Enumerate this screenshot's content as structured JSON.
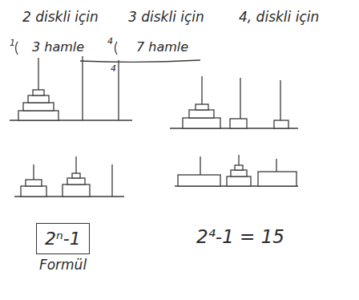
{
  "diagram": {
    "nodes": [
      {
        "text": [
          "2ⁿ-1",
          "Formül"
        ]
      }
    ],
    "labels": [
      "2 diskli için",
      "3 diskli için",
      "4, diskli için",
      "1",
      "3 hamle",
      "4",
      "7 hamle",
      "4",
      "2⁴-1 = 15"
    ]
  }
}
